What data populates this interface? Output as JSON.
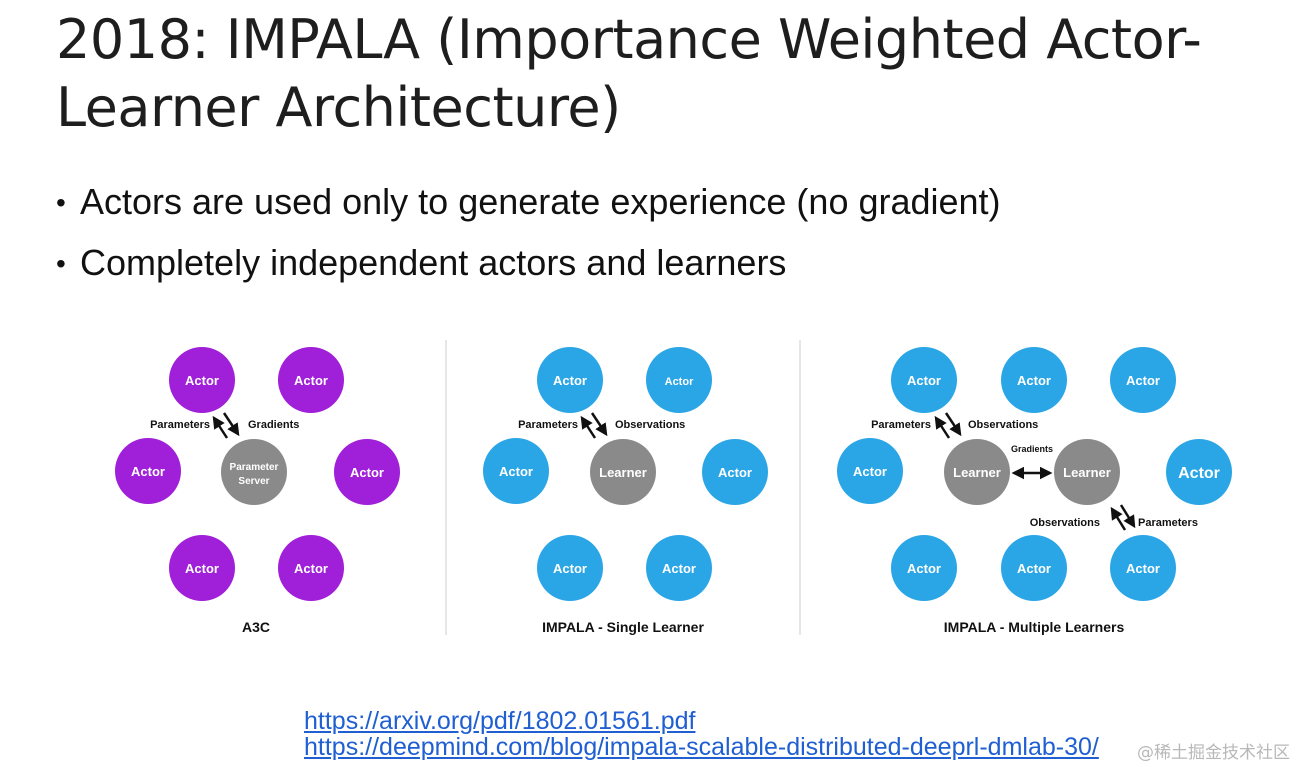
{
  "title": "2018: IMPALA (Importance Weighted Actor-Learner Architecture)",
  "bullets": [
    "Actors are used only to generate experience (no gradient)",
    "Completely independent actors and learners"
  ],
  "bullet_symbol": "•",
  "colors": {
    "a3c_actor": "#a01fd8",
    "impala_actor": "#2aa6e6",
    "central_node": "#8a8a8a",
    "link": "#1f5fd1"
  },
  "diagram": {
    "a3c": {
      "caption": "A3C",
      "actor_label": "Actor",
      "center_label_line1": "Parameter",
      "center_label_line2": "Server",
      "arrow_left_label": "Parameters",
      "arrow_right_label": "Gradients"
    },
    "single": {
      "caption": "IMPALA - Single Learner",
      "actor_label": "Actor",
      "center_label": "Learner",
      "arrow_left_label": "Parameters",
      "arrow_right_label": "Observations"
    },
    "multiple": {
      "caption": "IMPALA - Multiple Learners",
      "actor_label": "Actor",
      "learner_label": "Learner",
      "gradients_label": "Gradients",
      "top_arrow_left_label": "Parameters",
      "top_arrow_right_label": "Observations",
      "bottom_arrow_left_label": "Observations",
      "bottom_arrow_right_label": "Parameters"
    }
  },
  "links": [
    "https://arxiv.org/pdf/1802.01561.pdf",
    "https://deepmind.com/blog/impala-scalable-distributed-deeprl-dmlab-30/"
  ],
  "watermark": "@稀土掘金技术社区"
}
